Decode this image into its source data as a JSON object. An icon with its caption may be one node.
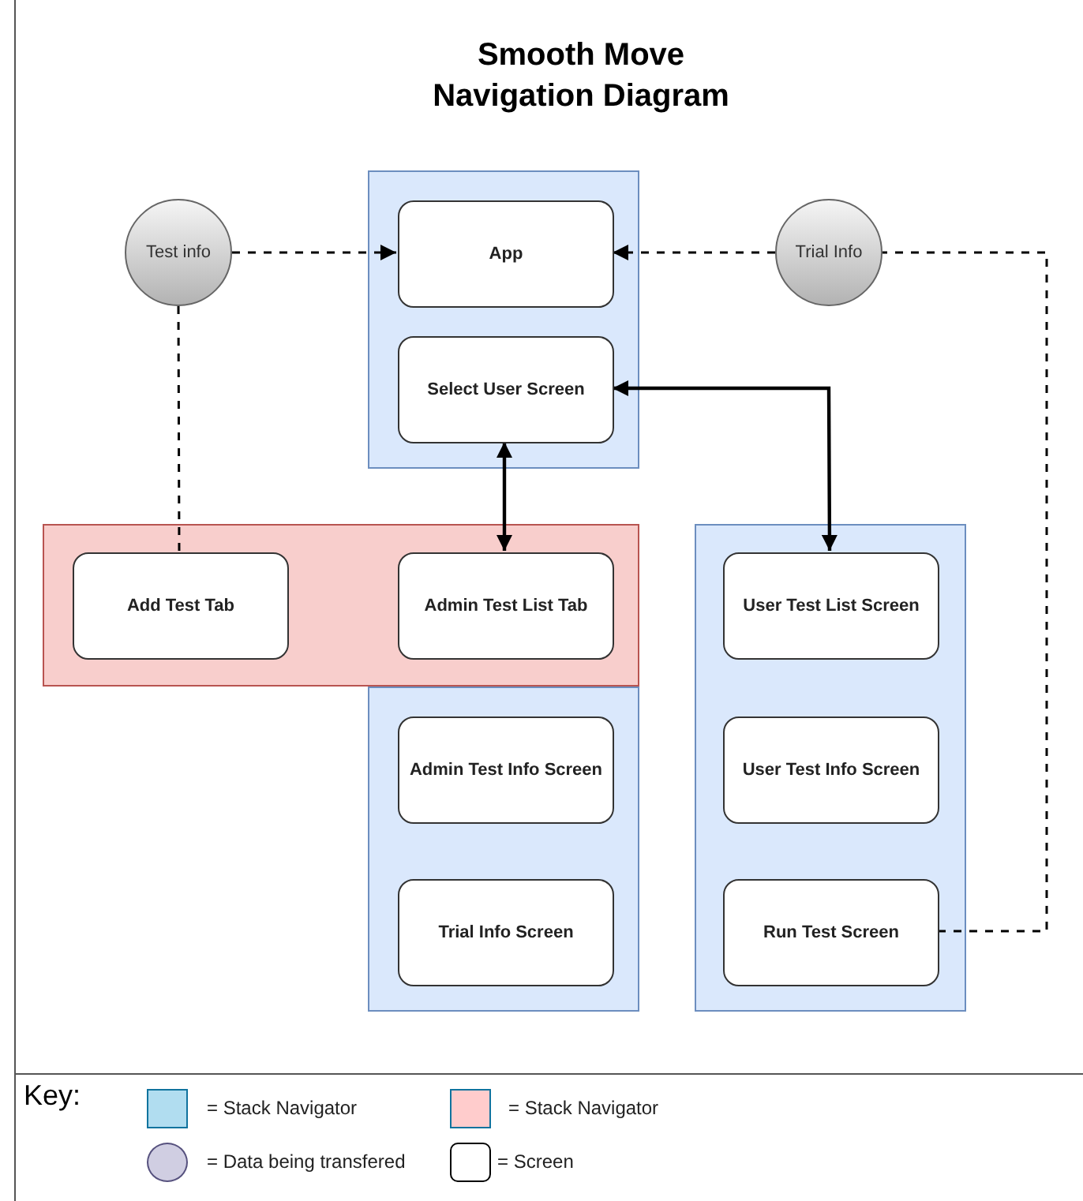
{
  "diagram": {
    "title": "Smooth Move Navigation Diagram",
    "nodes": [
      {
        "text": [],
        "shape": "box"
      },
      {
        "text": [
          "App"
        ],
        "in": 0
      },
      {
        "text": [
          "Select User Screen"
        ],
        "in": 0
      },
      {
        "text": [
          "Test info"
        ]
      },
      {
        "text": [
          "Trial Info"
        ]
      },
      {
        "text": [],
        "shape": "box"
      },
      {
        "text": [
          "Add Test Tab"
        ],
        "in": 5
      },
      {
        "text": [
          "Admin Test List Tab"
        ],
        "in": 5
      },
      {
        "text": [],
        "shape": "box"
      },
      {
        "text": [
          "Admin Test Info Screen"
        ],
        "in": 8
      },
      {
        "text": [
          "Trial Info Screen"
        ],
        "in": 8
      },
      {
        "text": [],
        "shape": "box"
      },
      {
        "text": [
          "User Test List Screen"
        ],
        "in": 11
      },
      {
        "text": [
          "User Test Info Screen"
        ],
        "in": 11
      },
      {
        "text": [
          "Run Test Screen"
        ],
        "in": 11
      }
    ],
    "edges": [
      {
        "from": 3,
        "to": 1,
        "arrow": "to",
        "style": "dashed"
      },
      {
        "from": 4,
        "to": 1,
        "arrow": "to",
        "style": "dashed"
      },
      {
        "from": 14,
        "to": 4,
        "arrow": "none",
        "style": "dashed"
      },
      {
        "from": 3,
        "to": 6,
        "arrow": "none",
        "style": "dashed"
      },
      {
        "from": 2,
        "to": 7,
        "arrow": "both"
      },
      {
        "from": 2,
        "to": 12,
        "arrow": "both"
      }
    ],
    "labels": [
      "Key:"
    ],
    "legend": [
      {
        "text": "= Stack Navigator",
        "color": "#b1ddf0"
      },
      {
        "text": "= Stack Navigator",
        "color": "#ffcccc"
      },
      {
        "text": "= Data being transfered",
        "color": "#d0cee2"
      },
      {
        "text": "= Screen"
      }
    ]
  }
}
